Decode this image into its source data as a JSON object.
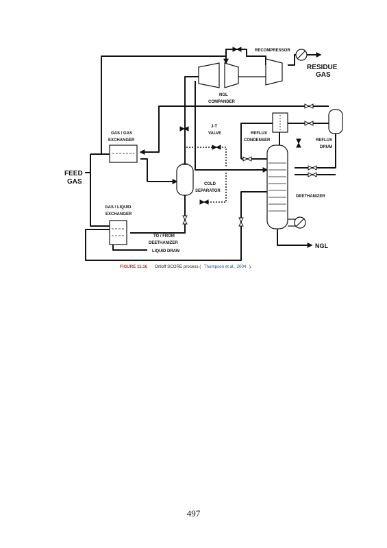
{
  "diagram": {
    "labels": {
      "recompressor": "RECOMPRESSOR",
      "residue_gas_1": "RESIDUE",
      "residue_gas_2": "GAS",
      "ngl_compander_1": "NGL",
      "ngl_compander_2": "COMPANDER",
      "jt_valve_1": "J-T",
      "jt_valve_2": "VALVE",
      "gas_gas_exchanger_1": "GAS / GAS",
      "gas_gas_exchanger_2": "EXCHANGER",
      "reflux_condenser_1": "REFLUX",
      "reflux_condenser_2": "CONDENSER",
      "reflux_drum_1": "REFLUX",
      "reflux_drum_2": "DRUM",
      "feed_gas_1": "FEED",
      "feed_gas_2": "GAS",
      "cold_separator_1": "COLD",
      "cold_separator_2": "SEPARATOR",
      "deethanizer": "DEETHANIZER",
      "gas_liquid_exchanger_1": "GAS / LIQUID",
      "gas_liquid_exchanger_2": "EXCHANGER",
      "to_from_1": "TO / FROM",
      "to_from_2": "DEETHANIZER",
      "liquid_draw": "LIQUID DRAW",
      "ngl": "NGL"
    },
    "colors": {
      "line": "#111111",
      "caption_number": "#c0392b",
      "citation": "#1f4fa8"
    }
  },
  "caption": {
    "number": "FIGURE 11.16",
    "text": "Ortloff SCORE process (",
    "citation": "Thompson et al., 2004",
    "end": ")."
  },
  "page_number": "497"
}
